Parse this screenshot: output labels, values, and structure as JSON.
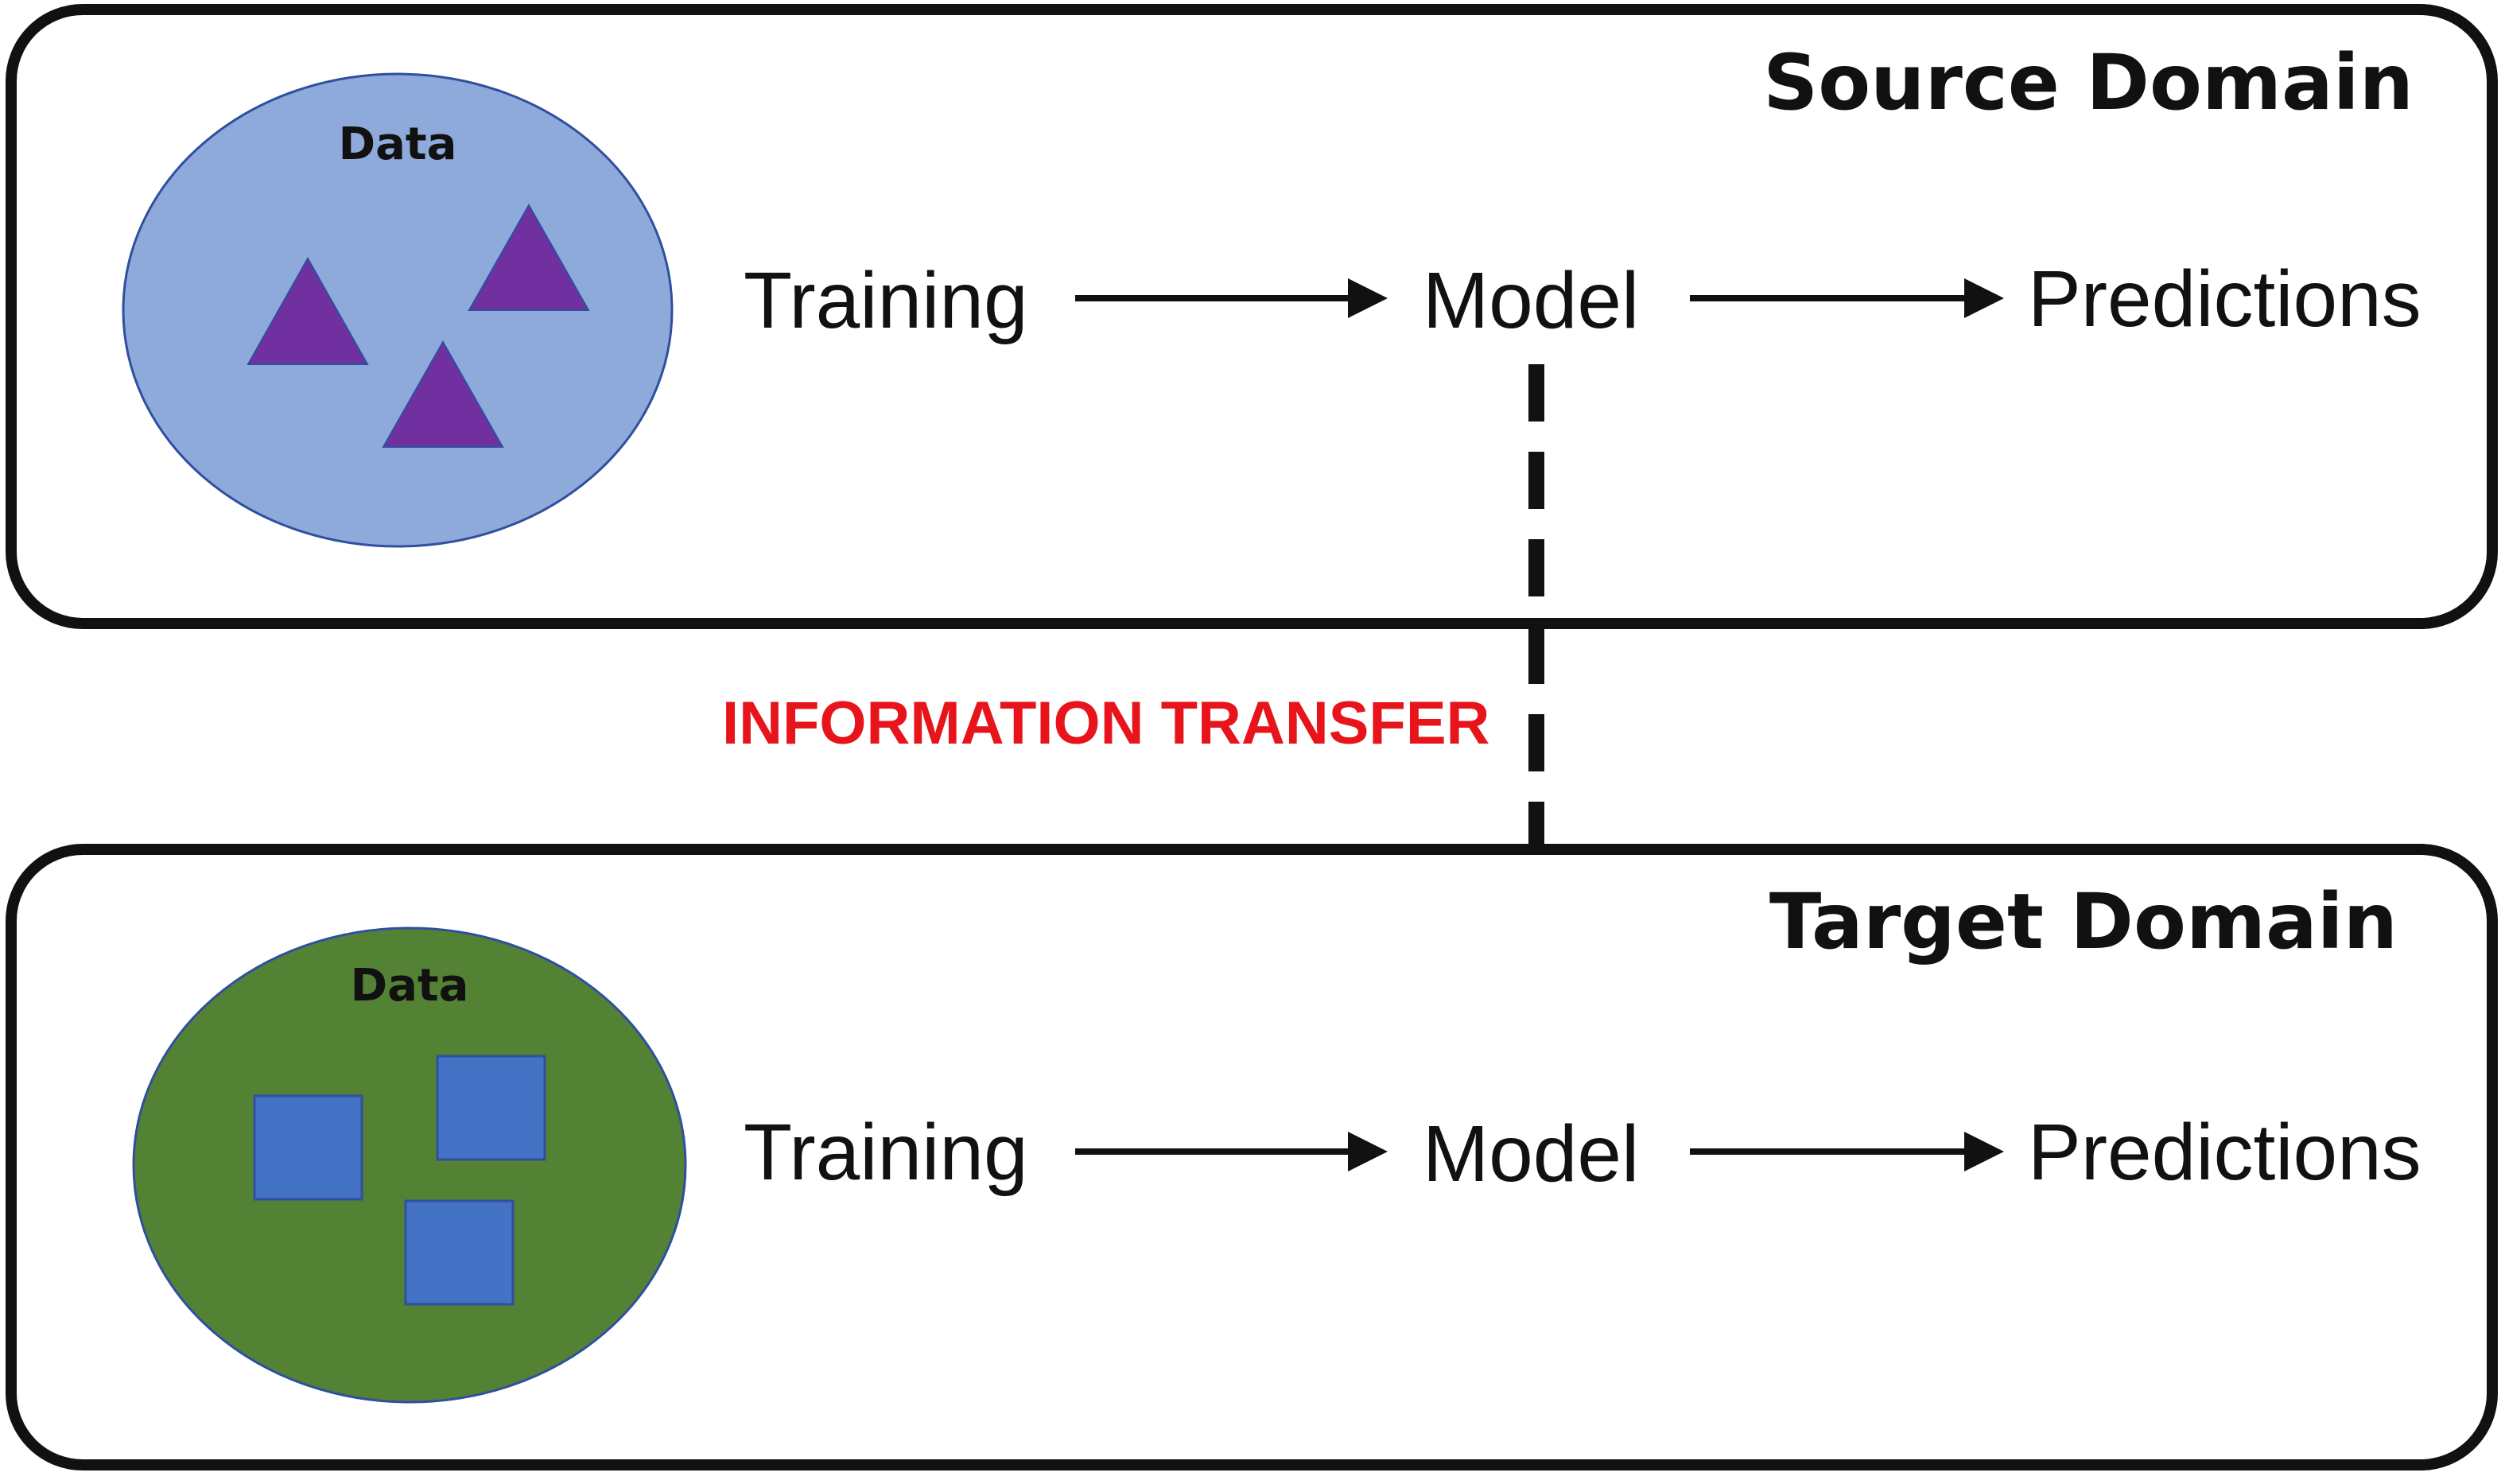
{
  "source": {
    "title": "Source Domain",
    "data_label": "Data",
    "training_label": "Training",
    "model_label": "Model",
    "predictions_label": "Predictions",
    "ellipse_color": "#8eaadb",
    "ellipse_stroke": "#2f4f9f",
    "shape_color": "#7030a0",
    "shape_icon": "triangle-icon"
  },
  "transfer": {
    "label": "INFORMATION TRANSFER",
    "color": "#e8141c"
  },
  "target": {
    "title": "Target Domain",
    "data_label": "Data",
    "training_label": "Training",
    "model_label": "Model",
    "predictions_label": "Predictions",
    "ellipse_color": "#548235",
    "ellipse_stroke": "#2f4f9f",
    "shape_color": "#4472c4",
    "shape_icon": "square-icon"
  },
  "colors": {
    "stroke": "#111111",
    "background": "#ffffff"
  }
}
